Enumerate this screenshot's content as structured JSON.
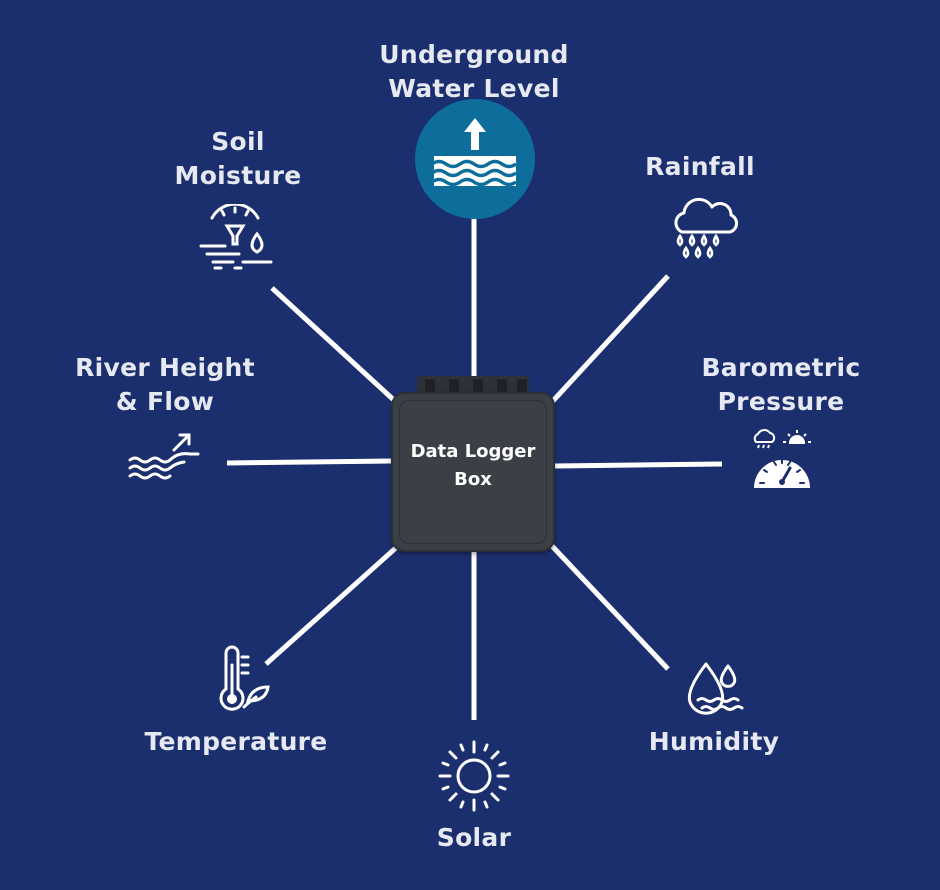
{
  "center": {
    "line1": "Data Logger",
    "line2": "Box"
  },
  "sensors": {
    "underground": {
      "line1": "Underground",
      "line2": "Water Level",
      "icon": "water-level-up-icon",
      "highlight_color": "#0d6e9c"
    },
    "soil": {
      "line1": "Soil",
      "line2": "Moisture",
      "icon": "soil-moisture-gauge-icon"
    },
    "rainfall": {
      "line1": "Rainfall",
      "icon": "rain-cloud-icon"
    },
    "river": {
      "line1": "River Height",
      "line2": "& Flow",
      "icon": "river-flow-icon"
    },
    "barometric": {
      "line1": "Barometric",
      "line2": "Pressure",
      "icon": "barometer-gauge-icon"
    },
    "temperature": {
      "line1": "Temperature",
      "icon": "thermometer-leaf-icon"
    },
    "solar": {
      "line1": "Solar",
      "icon": "sun-icon"
    },
    "humidity": {
      "line1": "Humidity",
      "icon": "humidity-drops-icon"
    }
  },
  "colors": {
    "background": "#1b2f6e",
    "line": "#ffffff",
    "text": "#e6e9f2",
    "logger": "#3b3f46",
    "accent": "#0d6e9c"
  }
}
